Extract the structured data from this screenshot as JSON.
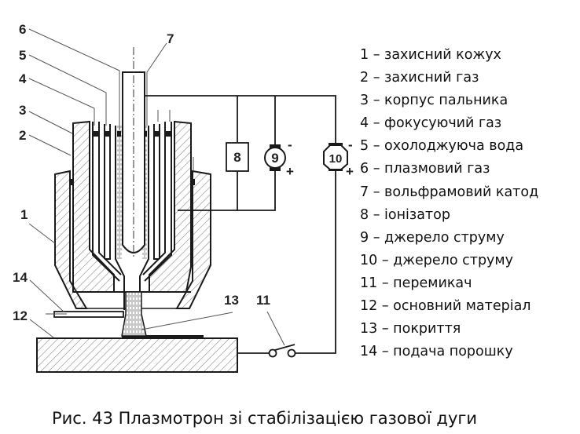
{
  "figure": {
    "caption": "Рис. 43 Плазмотрон зі стабілізацією газової дуги",
    "callouts": [
      "1",
      "2",
      "3",
      "4",
      "5",
      "6",
      "7",
      "11",
      "12",
      "13",
      "14"
    ],
    "components": {
      "ionizer": "8",
      "source_9": "9",
      "source_10": "10",
      "minus": "-",
      "plus": "+"
    },
    "legend": [
      {
        "num": "1",
        "sep": " – ",
        "text": "захисний кожух"
      },
      {
        "num": "2",
        "sep": " – ",
        "text": "захисний газ"
      },
      {
        "num": "3",
        "sep": " – ",
        "text": "корпус пальника"
      },
      {
        "num": "4",
        "sep": " – ",
        "text": "фокусуючий газ"
      },
      {
        "num": "5",
        "sep": " – ",
        "text": "охолоджуюча вода"
      },
      {
        "num": "6",
        "sep": " – ",
        "text": "плазмовий газ"
      },
      {
        "num": "7",
        "sep": " – ",
        "text": "вольфрамовий катод"
      },
      {
        "num": "8",
        "sep": " – ",
        "text": "іонізатор"
      },
      {
        "num": "9",
        "sep": " – ",
        "text": "джерело струму"
      },
      {
        "num": "10",
        "sep": " – ",
        "text": "джерело струму"
      },
      {
        "num": "11",
        "sep": " – ",
        "text": "перемикач"
      },
      {
        "num": "12",
        "sep": " – ",
        "text": "основний матеріал"
      },
      {
        "num": "13",
        "sep": " – ",
        "text": "покриття"
      },
      {
        "num": "14",
        "sep": " – ",
        "text": "подача порошку"
      }
    ],
    "colors": {
      "ink": "#1a1a1a",
      "hatch": "#8a8a8a",
      "background": "#ffffff"
    }
  }
}
